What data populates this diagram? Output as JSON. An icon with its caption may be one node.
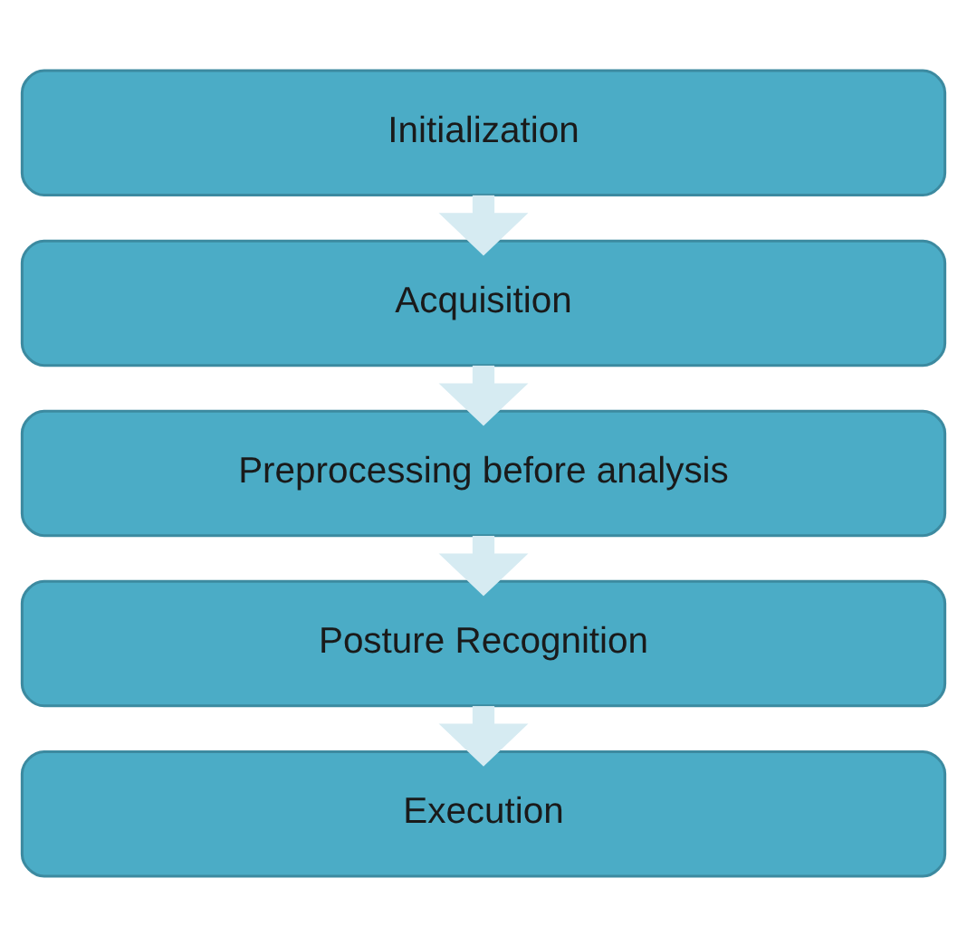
{
  "diagram": {
    "nodes": [
      {
        "text": [
          "Initialization"
        ]
      },
      {
        "text": [
          "Acquisition"
        ]
      },
      {
        "text": [
          "Preprocessing before analysis"
        ]
      },
      {
        "text": [
          "Posture Recognition"
        ]
      },
      {
        "text": [
          "Execution"
        ]
      }
    ],
    "edges": [
      {
        "from": 0,
        "to": 1,
        "arrow": "to",
        "color": "#d6ebf2"
      },
      {
        "from": 1,
        "to": 2,
        "arrow": "to",
        "color": "#d6ebf2"
      },
      {
        "from": 2,
        "to": 3,
        "arrow": "to",
        "color": "#d6ebf2"
      },
      {
        "from": 3,
        "to": 4,
        "arrow": "to",
        "color": "#d6ebf2"
      }
    ]
  }
}
